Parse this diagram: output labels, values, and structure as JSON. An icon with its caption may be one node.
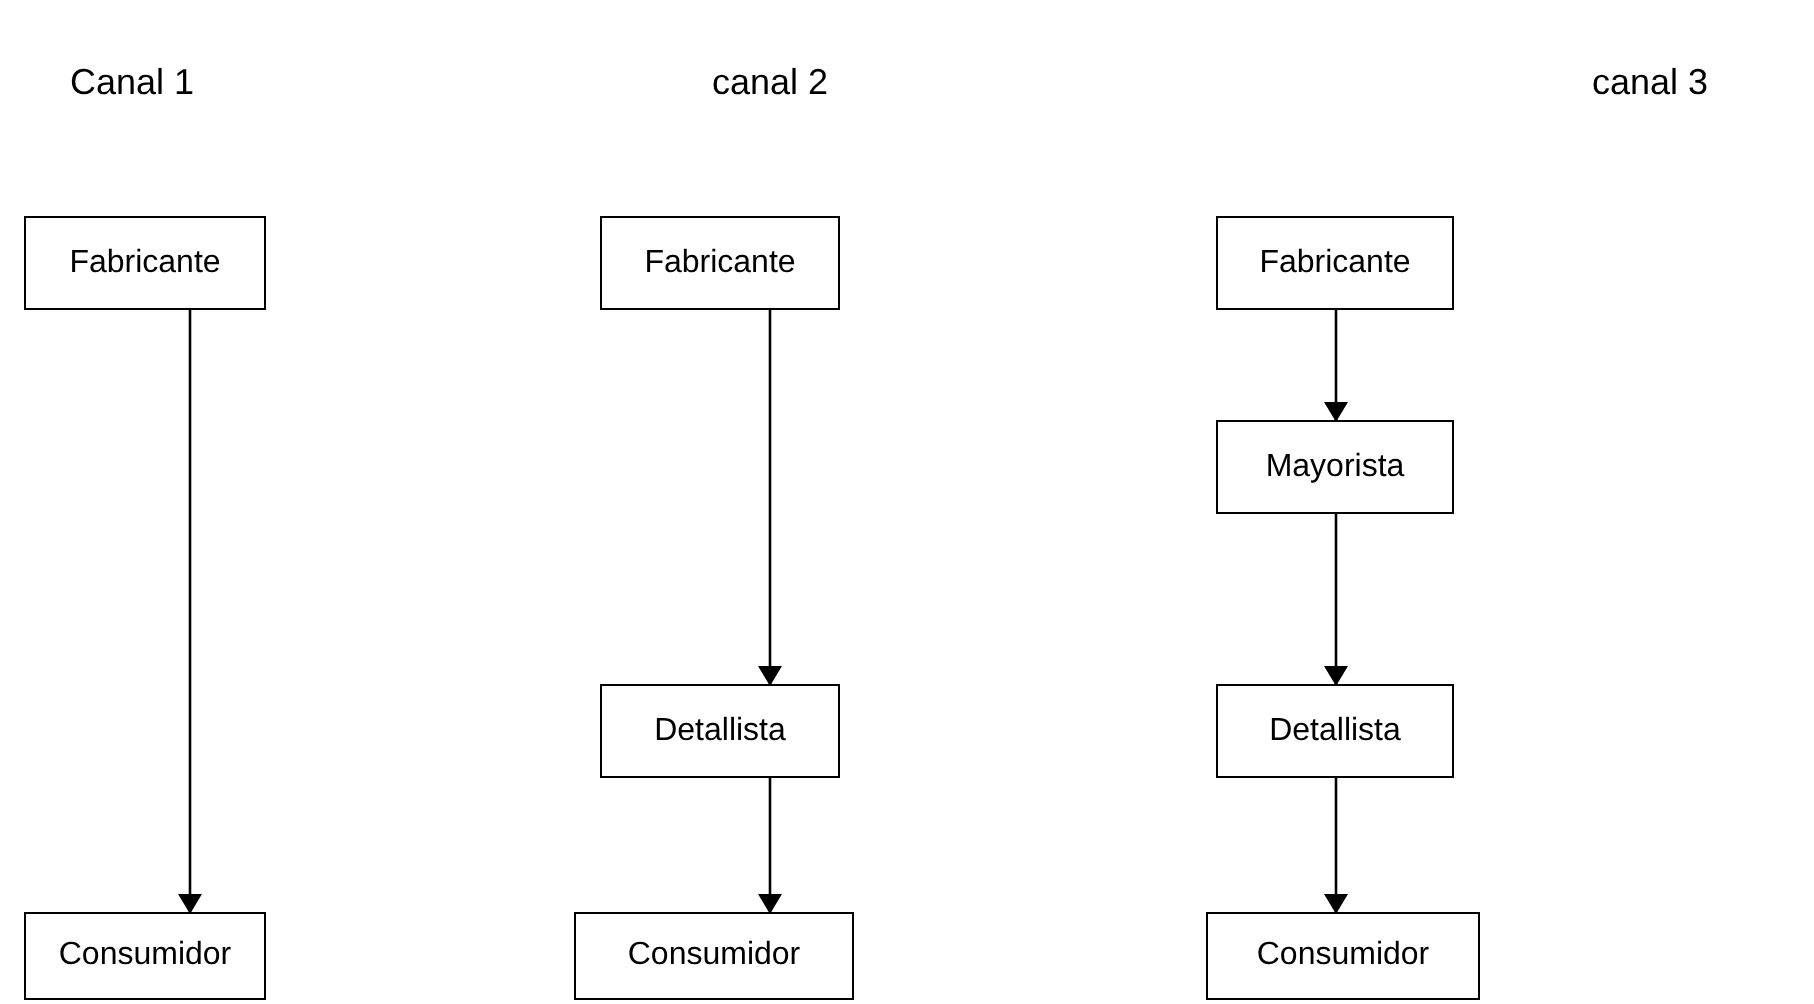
{
  "diagram": {
    "nodes": [
      {
        "text": [
          "Fabricante"
        ]
      },
      {
        "text": [
          "Consumidor"
        ]
      },
      {
        "text": [
          "Fabricante"
        ]
      },
      {
        "text": [
          "Detallista"
        ]
      },
      {
        "text": [
          "Consumidor"
        ]
      },
      {
        "text": [
          "Fabricante"
        ]
      },
      {
        "text": [
          "Mayorista"
        ]
      },
      {
        "text": [
          "Detallista"
        ]
      },
      {
        "text": [
          "Consumidor"
        ]
      }
    ],
    "edges": [
      {
        "from": 0,
        "to": 1,
        "arrow": "to"
      },
      {
        "from": 2,
        "to": 3,
        "arrow": "to"
      },
      {
        "from": 3,
        "to": 4,
        "arrow": "to"
      },
      {
        "from": 5,
        "to": 6,
        "arrow": "to"
      },
      {
        "from": 6,
        "to": 7,
        "arrow": "to"
      },
      {
        "from": 7,
        "to": 8,
        "arrow": "to"
      }
    ],
    "labels": [
      "Canal 1",
      "canal 2",
      "canal 3"
    ]
  }
}
